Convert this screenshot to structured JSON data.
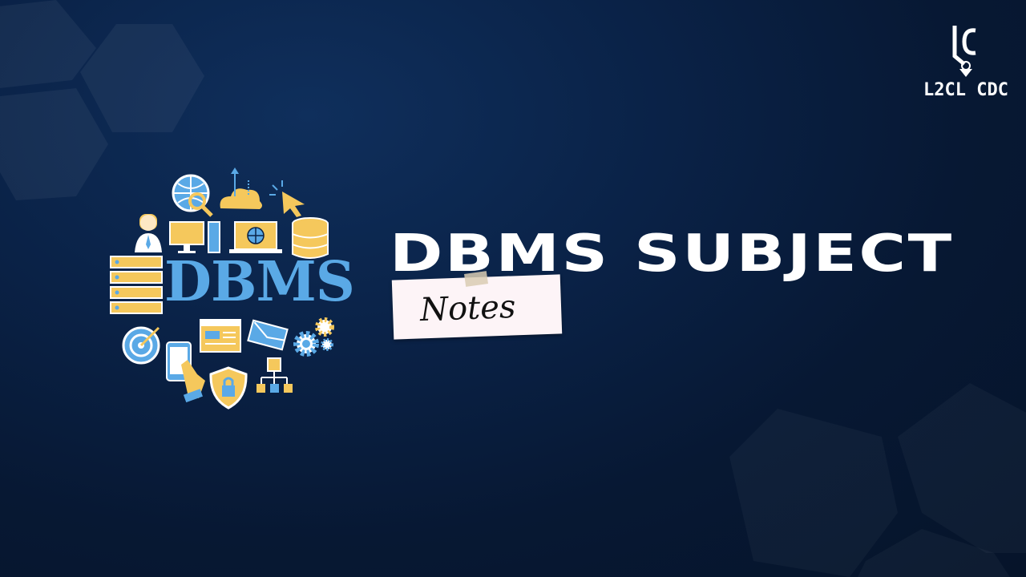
{
  "title": "DBMS SUBJECT",
  "note_label": "Notes",
  "illustration_label": "DBMS",
  "logo": {
    "text": "L2CL CDC",
    "mark": "LC"
  },
  "colors": {
    "background": "#0a2247",
    "title": "#ffffff",
    "dbms_text": "#5aa9e6",
    "accent_yellow": "#f5c85c",
    "note_paper": "#fdf4f7"
  },
  "icons": [
    "globe-search-icon",
    "cloud-upload-icon",
    "cursor-click-icon",
    "businessman-icon",
    "desktop-monitor-icon",
    "laptop-globe-icon",
    "database-cylinder-icon",
    "server-rack-icon",
    "target-icon",
    "mobile-touch-icon",
    "browser-window-icon",
    "envelope-icon",
    "gears-icon",
    "security-shield-icon",
    "network-hierarchy-icon"
  ]
}
